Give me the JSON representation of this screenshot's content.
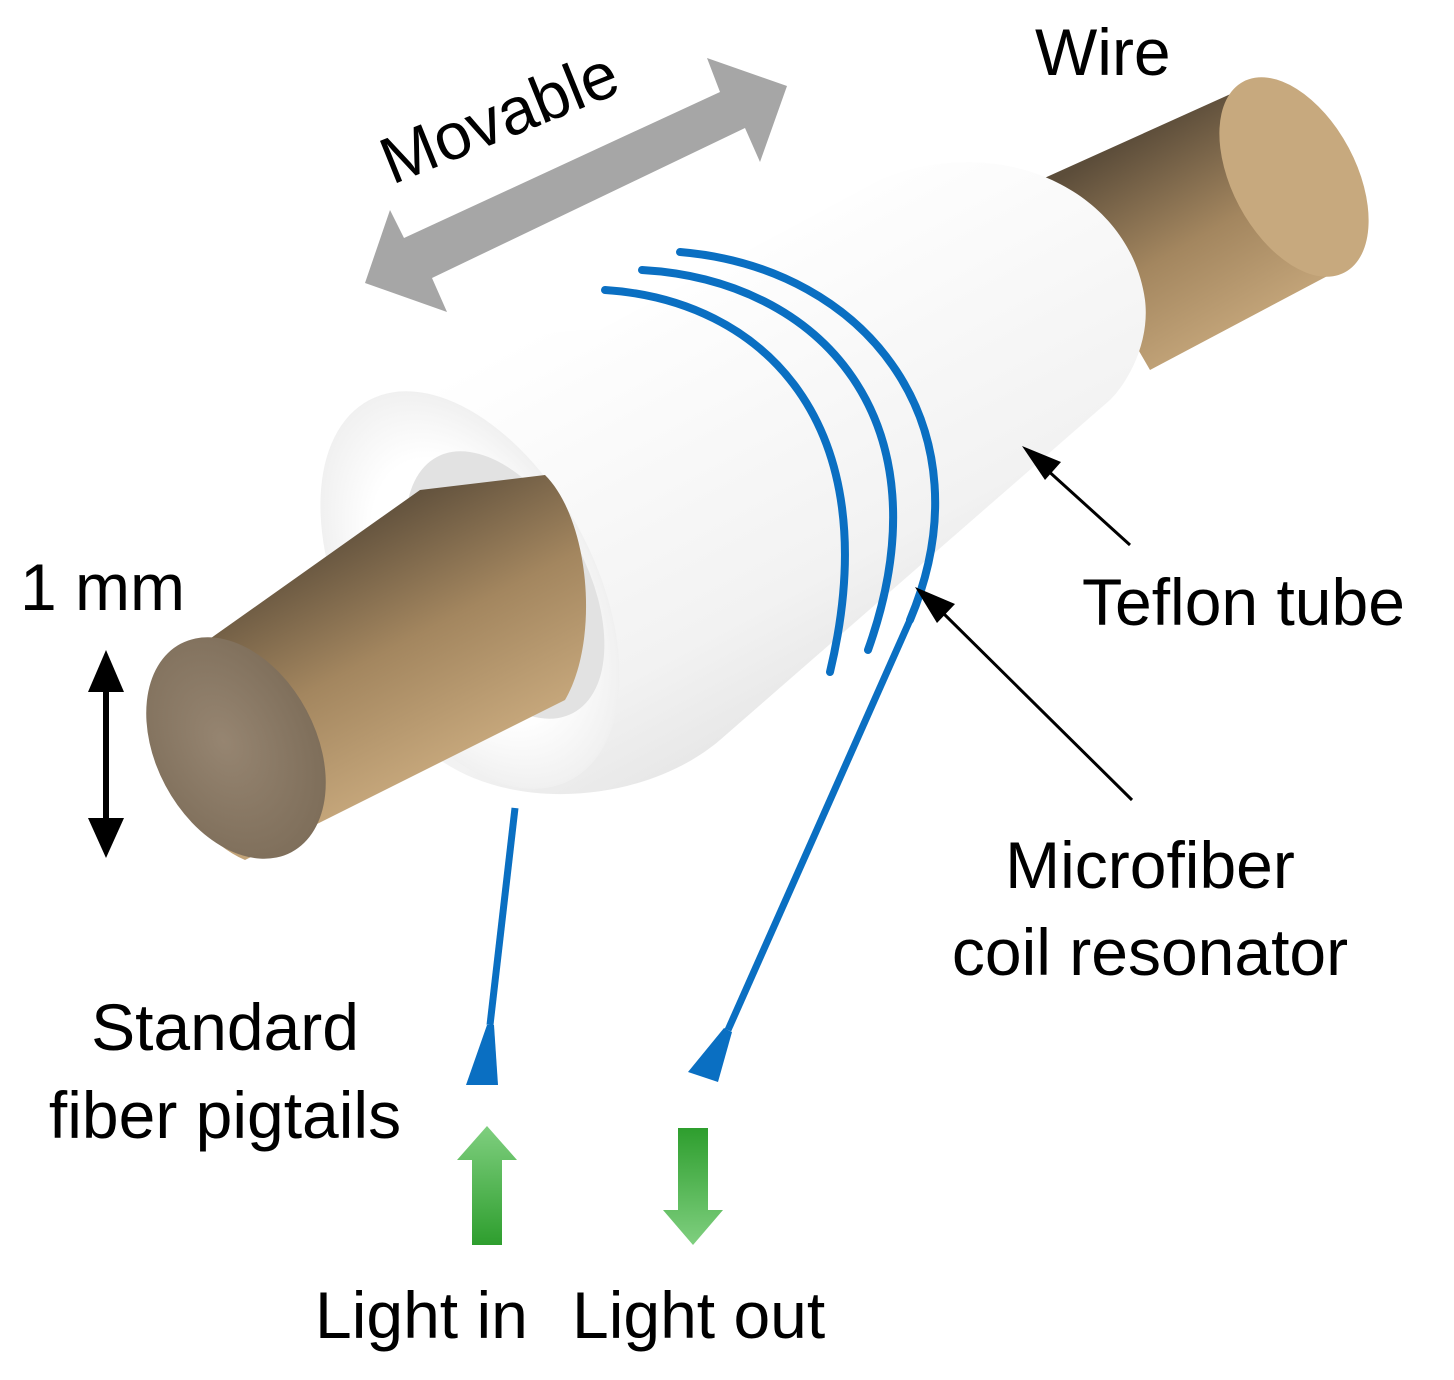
{
  "labels": {
    "movable": "Movable",
    "wire": "Wire",
    "dimension": "1 mm",
    "teflon_tube": "Teflon tube",
    "microfiber_line1": "Microfiber",
    "microfiber_line2": "coil resonator",
    "pigtails_line1": "Standard",
    "pigtails_line2": "fiber pigtails",
    "light_in": "Light in",
    "light_out": "Light out"
  },
  "colors": {
    "wire": "#c4a57a",
    "wire_end": "#8e7b63",
    "tube": "#f4f4f4",
    "fiber": "#0a6fc2",
    "light_arrow": "#3aaa3a",
    "movable_arrow": "#a6a6a6",
    "pointer": "#000000"
  },
  "icons": {
    "movable": "double-arrow-icon",
    "dimension": "vertical-double-arrow-icon",
    "light_in": "arrow-up-icon",
    "light_out": "arrow-down-icon"
  }
}
